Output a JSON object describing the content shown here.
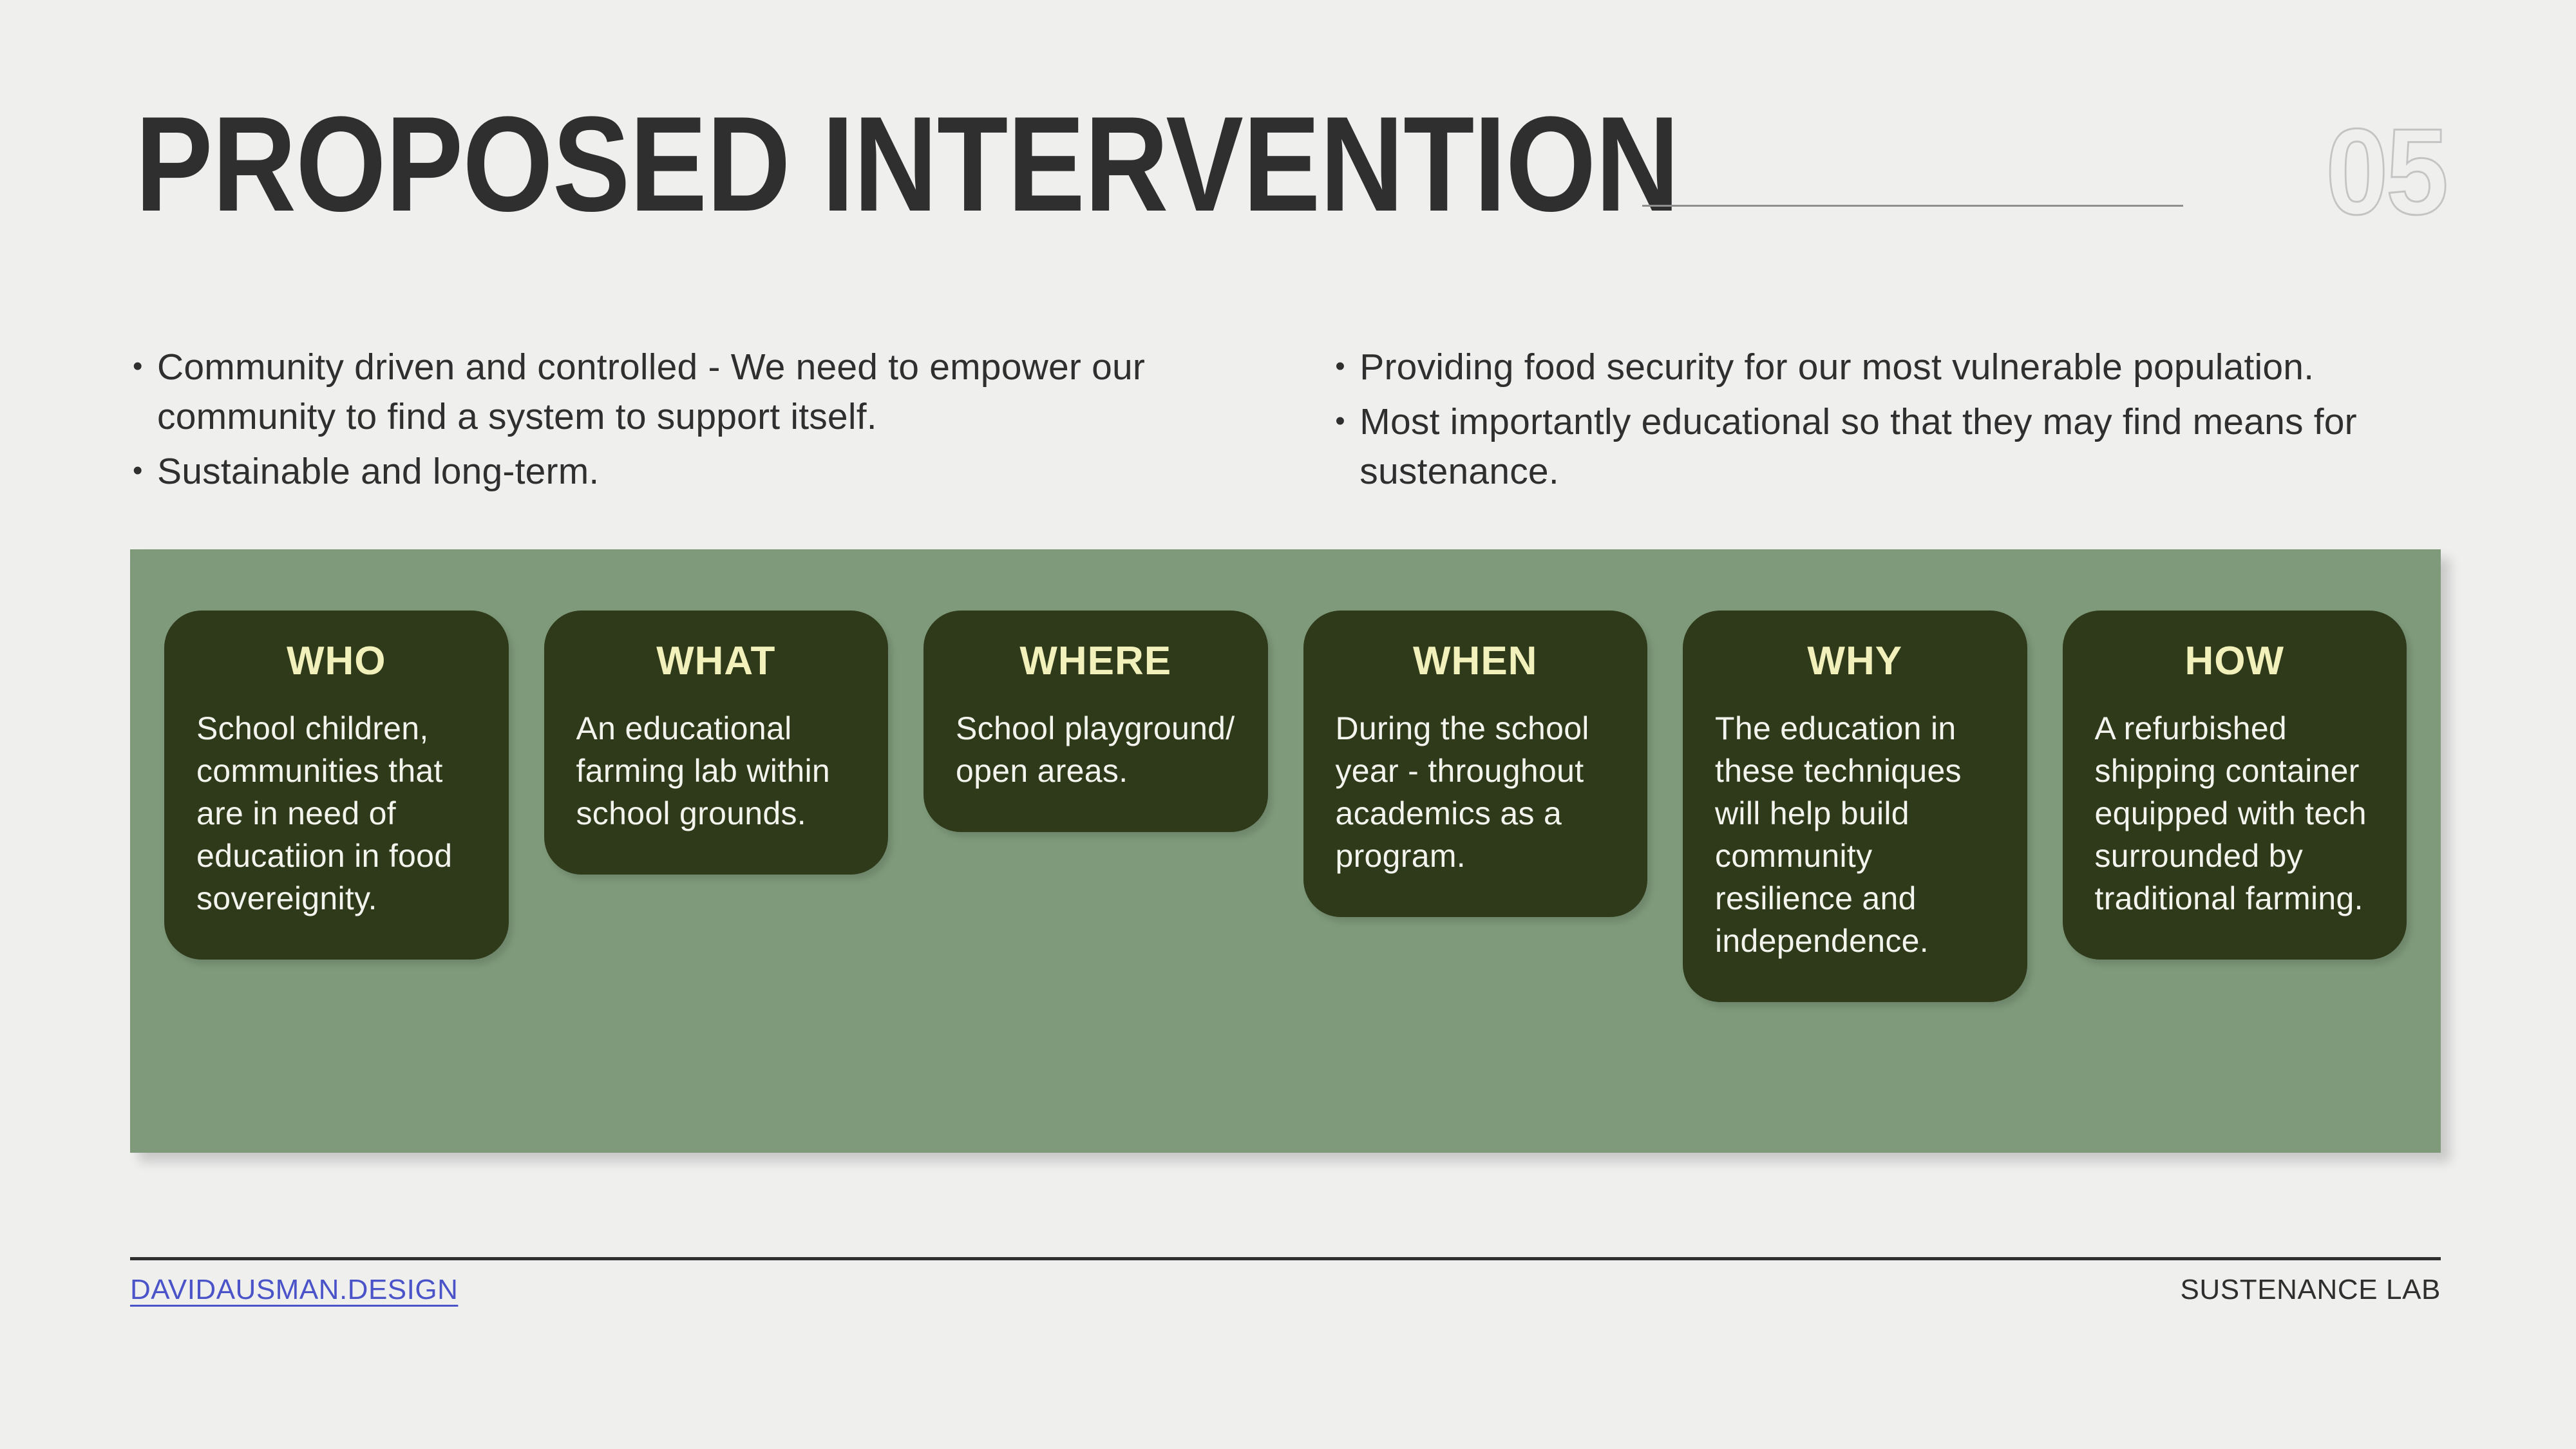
{
  "header": {
    "title": "PROPOSED INTERVENTION",
    "page_number": "05",
    "rule_color": "#8e8e8e",
    "title_color": "#2f2f2f",
    "page_number_stroke_color": "#c4c4c4"
  },
  "bullets": {
    "left": [
      "Community driven and controlled - We need to empower our community to find a system to support itself.",
      "Sustainable and long-term."
    ],
    "right": [
      "Providing food security for our most vulnerable population.",
      "Most importantly educational so that they may find means for sustenance."
    ]
  },
  "panel": {
    "background_color": "#7f9a7b",
    "card_background_color": "#2e3a19",
    "card_title_color": "#f2f0bb",
    "card_body_color": "#f4f4ef",
    "cards": [
      {
        "title": "WHO",
        "body": "School children, communities that are in need of educatiion in food sovereignity."
      },
      {
        "title": "WHAT",
        "body": "An educational farming lab within school grounds."
      },
      {
        "title": "WHERE",
        "body": "School playground/ open areas."
      },
      {
        "title": "WHEN",
        "body": "During the school year - throughout academics as a program."
      },
      {
        "title": "WHY",
        "body": "The education in these techniques will help build community resilience and independence."
      },
      {
        "title": "HOW",
        "body": "A refurbished shipping container equipped with tech surrounded by traditional farming."
      }
    ]
  },
  "footer": {
    "link_label": "DAVIDAUSMAN.DESIGN",
    "link_color": "#4b53c9",
    "brand_label": "SUSTENANCE LAB",
    "brand_color": "#2f2f2f"
  },
  "background_color": "#efefee"
}
